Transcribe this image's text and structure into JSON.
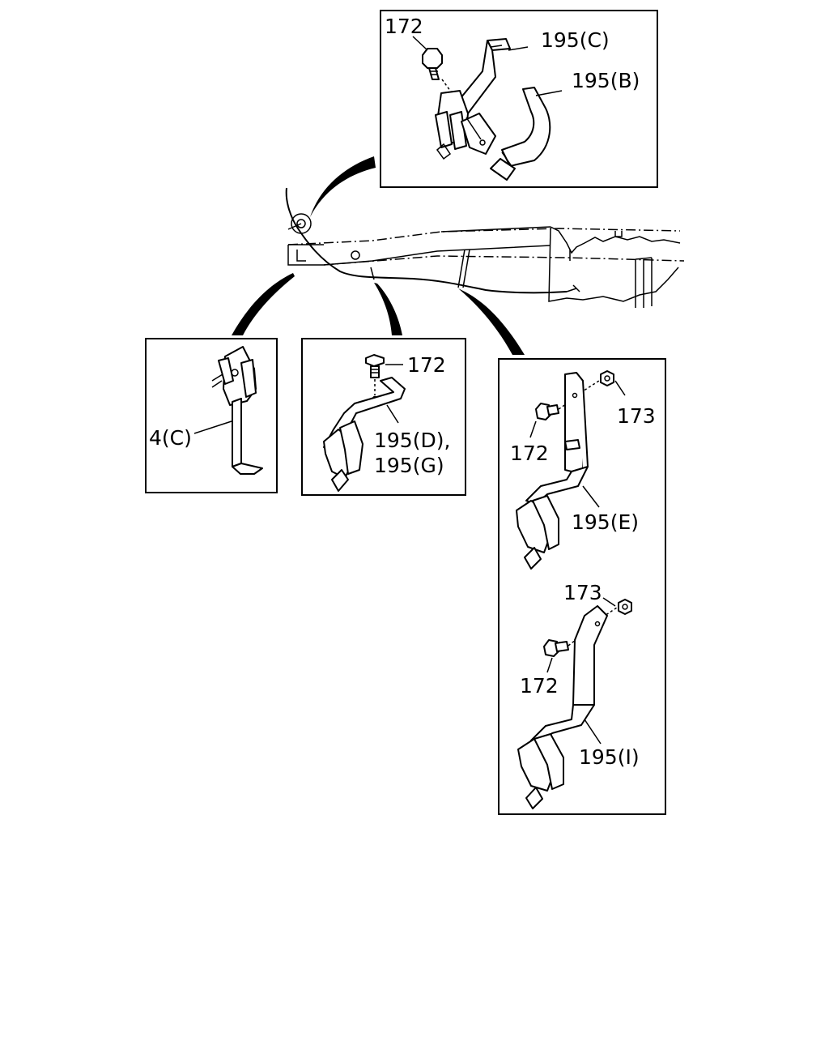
{
  "callouts": {
    "top_bolt": "172",
    "top_clip_c": "195(C)",
    "top_clip_b": "195(B)",
    "left_bracket": "4(C)",
    "mid_bolt": "172",
    "mid_clip_d": "195(D),",
    "mid_clip_g": "195(G)",
    "right_nut_1": "173",
    "right_bolt_1": "172",
    "right_clip_e": "195(E)",
    "right_nut_2": "173",
    "right_bolt_2": "172",
    "right_clip_i": "195(I)"
  }
}
